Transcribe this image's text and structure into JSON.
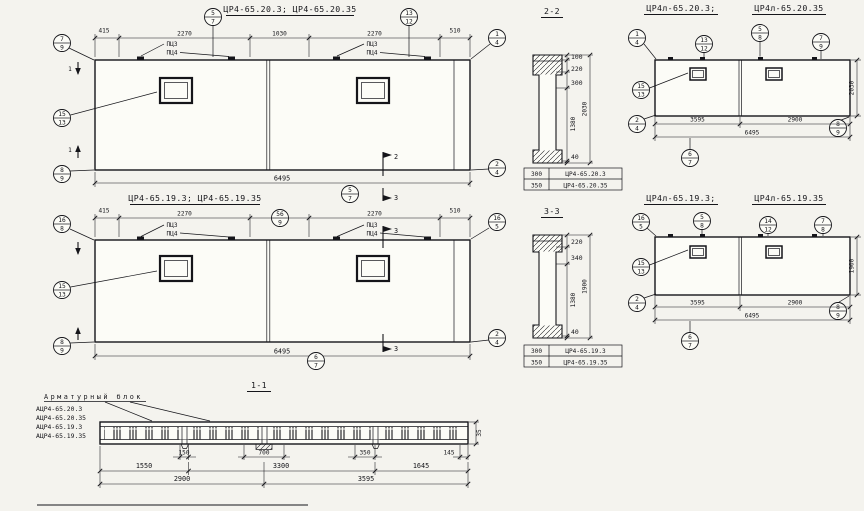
{
  "colors": {
    "ink": "#15151a",
    "paper": "#f4f3ee"
  },
  "drawing": {
    "p1": {
      "title": "ЦР4-65.20.3;  ЦР4-65.20.35",
      "dims_top": [
        "415",
        "2270",
        "1030",
        "2270",
        "510"
      ],
      "plates": [
        "ПЦЗ",
        "ПЦ4",
        "ПЦЗ",
        "ПЦ4"
      ],
      "total": "6495",
      "callouts": [
        [
          "5",
          "7"
        ],
        [
          "13",
          "12"
        ],
        [
          "7",
          "9"
        ],
        [
          "1",
          "4"
        ],
        [
          "15",
          "13"
        ],
        [
          "8",
          "9"
        ],
        [
          "2",
          "4"
        ],
        [
          "5",
          "7"
        ]
      ],
      "flags": [
        "2",
        "3"
      ],
      "cut": [
        "1",
        "1"
      ]
    },
    "p2": {
      "title": "ЦР4-65.19.3;  ЦР4-65.19.35",
      "dims_top": [
        "415",
        "2270",
        "2270",
        "510"
      ],
      "plates": [
        "ПЦЗ",
        "ПЦ4",
        "ПЦЗ",
        "ПЦ4"
      ],
      "total": "6495",
      "callouts": [
        [
          "16",
          "8"
        ],
        [
          "56",
          "9"
        ],
        [
          "16",
          "5"
        ],
        [
          "15",
          "13"
        ],
        [
          "8",
          "9"
        ],
        [
          "6",
          "7"
        ],
        [
          "2",
          "4"
        ]
      ],
      "flags": [
        "3",
        "3"
      ]
    },
    "s22": {
      "title": "2-2",
      "dims": [
        "100",
        "220",
        "300",
        "1380",
        "40"
      ],
      "total": "2030",
      "table": [
        [
          "300",
          "ЦР4-65.20.3"
        ],
        [
          "350",
          "ЦР4-65.20.35"
        ]
      ]
    },
    "s33": {
      "title": "3-3",
      "dims": [
        "220",
        "340",
        "1380",
        "40"
      ],
      "total": "1900",
      "table": [
        [
          "300",
          "ЦР4-65.19.3"
        ],
        [
          "350",
          "ЦР4-65.19.35"
        ]
      ]
    },
    "p3": {
      "title_left": "ЦР4л-65.20.3;",
      "title_right": "ЦР4л-65.20.35",
      "dims": [
        "3595",
        "2900",
        "6495"
      ],
      "height": "2030",
      "callouts": [
        [
          "1",
          "4"
        ],
        [
          "13",
          "12"
        ],
        [
          "5",
          "8"
        ],
        [
          "7",
          "9"
        ],
        [
          "15",
          "13"
        ],
        [
          "2",
          "4"
        ],
        [
          "6",
          "7"
        ],
        [
          "8",
          "9"
        ]
      ]
    },
    "p4": {
      "title_left": "ЦР4л-65.19.3;",
      "title_right": "ЦР4л-65.19.35",
      "dims": [
        "3595",
        "2900",
        "6495"
      ],
      "height": "1900",
      "callouts": [
        [
          "16",
          "5"
        ],
        [
          "5",
          "8"
        ],
        [
          "14",
          "12"
        ],
        [
          "7",
          "8"
        ],
        [
          "15",
          "13"
        ],
        [
          "2",
          "4"
        ],
        [
          "6",
          "7"
        ],
        [
          "8",
          "9"
        ]
      ]
    },
    "s11": {
      "title": "1-1",
      "block_label": "Арматурный блок",
      "items": [
        "АЦР4-65.20.3",
        "АЦР4-65.20.35",
        "АЦР4-65.19.3",
        "АЦР4-65.19.35"
      ],
      "dims_row1": [
        "150",
        "700",
        "350",
        "145"
      ],
      "dims_row2": [
        "1550",
        "3300",
        "1645"
      ],
      "dims_row3": [
        "2900",
        "3595"
      ],
      "thickness": "35"
    }
  }
}
